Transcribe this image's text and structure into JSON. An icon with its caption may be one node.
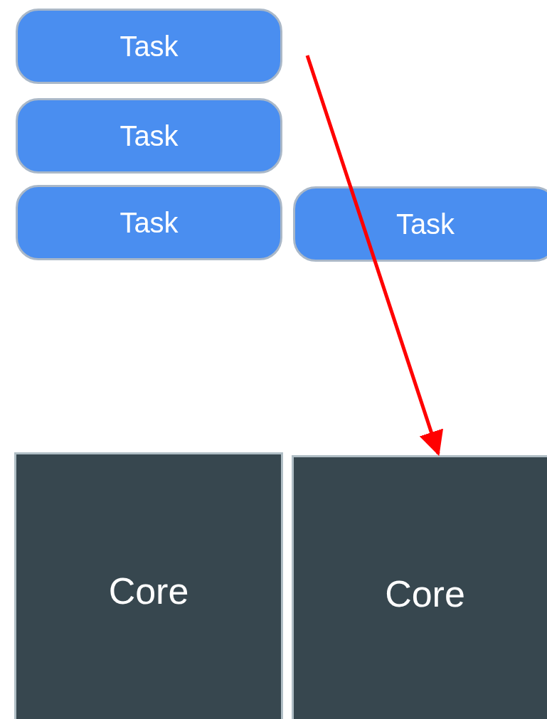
{
  "diagram": {
    "nodes": [
      {
        "text": [
          "Task"
        ]
      },
      {
        "text": [
          "Task"
        ]
      },
      {
        "text": [
          "Task"
        ]
      },
      {
        "text": [
          "Task"
        ]
      },
      {
        "text": [
          "Core"
        ]
      },
      {
        "text": [
          "Core"
        ]
      }
    ],
    "edges": [
      {
        "from": null,
        "to": 5,
        "arrow": "to",
        "color": "#ff0000"
      }
    ]
  }
}
